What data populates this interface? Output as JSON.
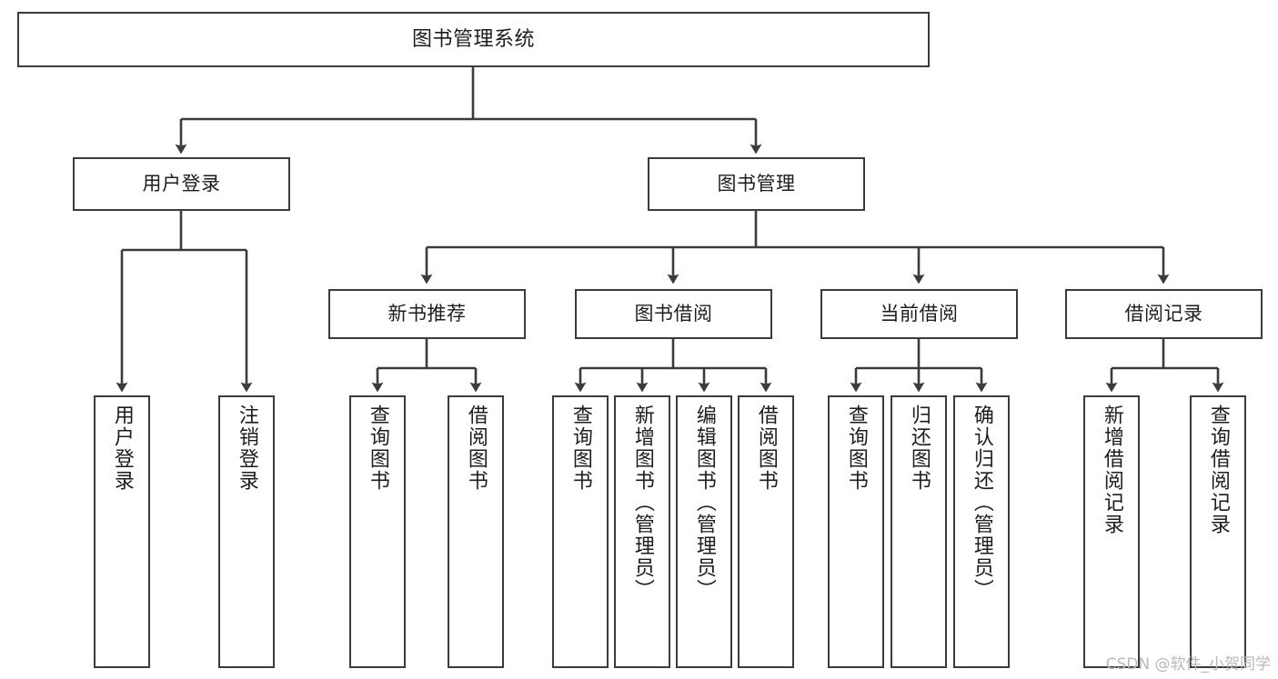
{
  "diagram": {
    "type": "tree",
    "title": "图书管理系统",
    "orientation": "top-down",
    "colors": {
      "background": "#ffffff",
      "border": "#3b3b3b",
      "text": "#1d1d1d",
      "edge": "#3b3b3b",
      "watermark": "#b9b9b9"
    },
    "watermark": "CSDN @软件_小贺同学",
    "levels": [
      {
        "level": 1,
        "nodes": [
          {
            "id": "root",
            "label": "图书管理系统"
          }
        ]
      },
      {
        "level": 2,
        "nodes": [
          {
            "id": "user-login",
            "label": "用户登录",
            "parent": "root"
          },
          {
            "id": "book-manage",
            "label": "图书管理",
            "parent": "root"
          }
        ]
      },
      {
        "level": 3,
        "nodes": [
          {
            "id": "new-book-rec",
            "label": "新书推荐",
            "parent": "book-manage"
          },
          {
            "id": "book-borrow",
            "label": "图书借阅",
            "parent": "book-manage"
          },
          {
            "id": "current-borrow",
            "label": "当前借阅",
            "parent": "book-manage"
          },
          {
            "id": "borrow-record",
            "label": "借阅记录",
            "parent": "book-manage"
          }
        ]
      },
      {
        "level": 4,
        "nodes": [
          {
            "id": "leaf-1",
            "label": "用户登录",
            "parent": "user-login"
          },
          {
            "id": "leaf-2",
            "label": "注销登录",
            "parent": "user-login"
          },
          {
            "id": "leaf-3",
            "label": "查询图书",
            "parent": "new-book-rec"
          },
          {
            "id": "leaf-4",
            "label": "借阅图书",
            "parent": "new-book-rec"
          },
          {
            "id": "leaf-5",
            "label": "查询图书",
            "parent": "book-borrow"
          },
          {
            "id": "leaf-6",
            "label": "新增图书（管理员）",
            "parent": "book-borrow"
          },
          {
            "id": "leaf-7",
            "label": "编辑图书（管理员）",
            "parent": "book-borrow"
          },
          {
            "id": "leaf-8",
            "label": "借阅图书",
            "parent": "book-borrow"
          },
          {
            "id": "leaf-9",
            "label": "查询图书",
            "parent": "current-borrow"
          },
          {
            "id": "leaf-10",
            "label": "归还图书",
            "parent": "current-borrow"
          },
          {
            "id": "leaf-11",
            "label": "确认归还（管理员）",
            "parent": "current-borrow"
          },
          {
            "id": "leaf-12",
            "label": "新增借阅记录",
            "parent": "borrow-record"
          },
          {
            "id": "leaf-13",
            "label": "查询借阅记录",
            "parent": "borrow-record"
          }
        ]
      }
    ]
  }
}
